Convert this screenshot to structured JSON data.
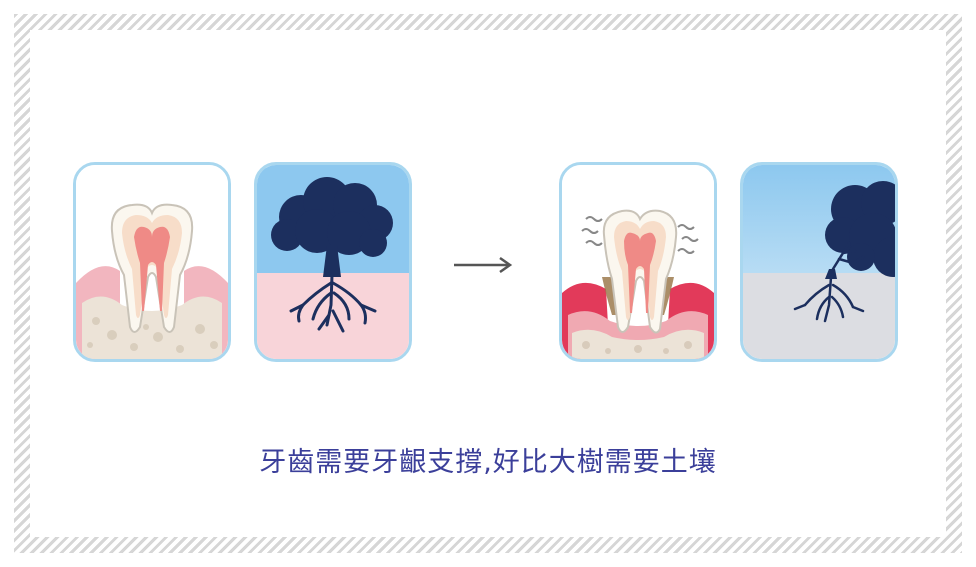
{
  "caption": "牙齒需要牙齦支撐,好比大樹需要土壤",
  "colors": {
    "caption": "#3b3f9a",
    "card_border": "#a9d7ef",
    "sky": "#8dc8ef",
    "healthy_soil": "#f8d4d9",
    "dry_soil": "#dcdde2",
    "tree": "#1c2f5e",
    "gum_healthy": "#f2b6bf",
    "gum_inflamed": "#e23a5a",
    "tooth_enamel": "#fbf7ef",
    "tooth_pulp": "#ef8a86",
    "bone": "#ece3d7"
  },
  "panels": [
    {
      "id": "healthy-tooth",
      "state": "healthy"
    },
    {
      "id": "healthy-tree",
      "state": "healthy"
    },
    {
      "id": "loose-tooth",
      "state": "diseased"
    },
    {
      "id": "dying-tree",
      "state": "diseased"
    }
  ],
  "arrow_icon": "arrow-right-icon"
}
